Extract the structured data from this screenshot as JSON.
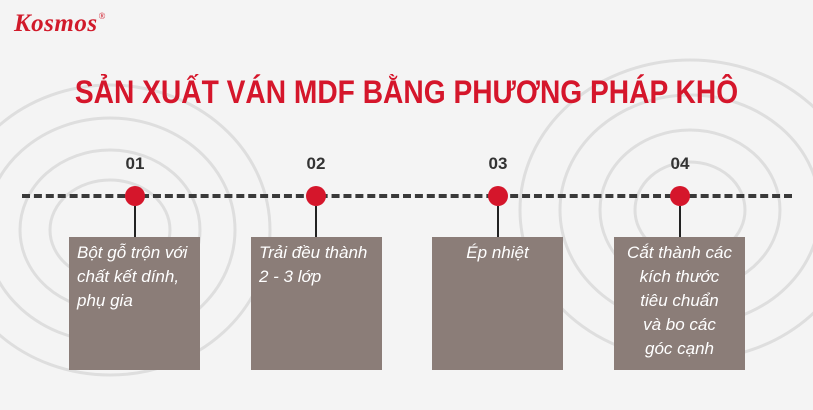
{
  "brand": {
    "name": "Kosmos",
    "mark": "®"
  },
  "title": "SẢN XUẤT VÁN MDF BẰNG PHƯƠNG PHÁP KHÔ",
  "colors": {
    "accent": "#d5162b",
    "card": "#8b7d78",
    "line": "#3a3a3a"
  },
  "steps": [
    {
      "number": "01",
      "lines": [
        "Bột gỗ trộn với",
        "chất kết dính,",
        "phụ gia"
      ]
    },
    {
      "number": "02",
      "lines": [
        "Trải đều thành",
        "2 - 3 lớp"
      ]
    },
    {
      "number": "03",
      "lines": [
        "Ép nhiệt"
      ]
    },
    {
      "number": "04",
      "lines": [
        "Cắt thành các",
        "kích thước",
        "tiêu chuẩn",
        "và bo các",
        "góc cạnh"
      ]
    }
  ]
}
